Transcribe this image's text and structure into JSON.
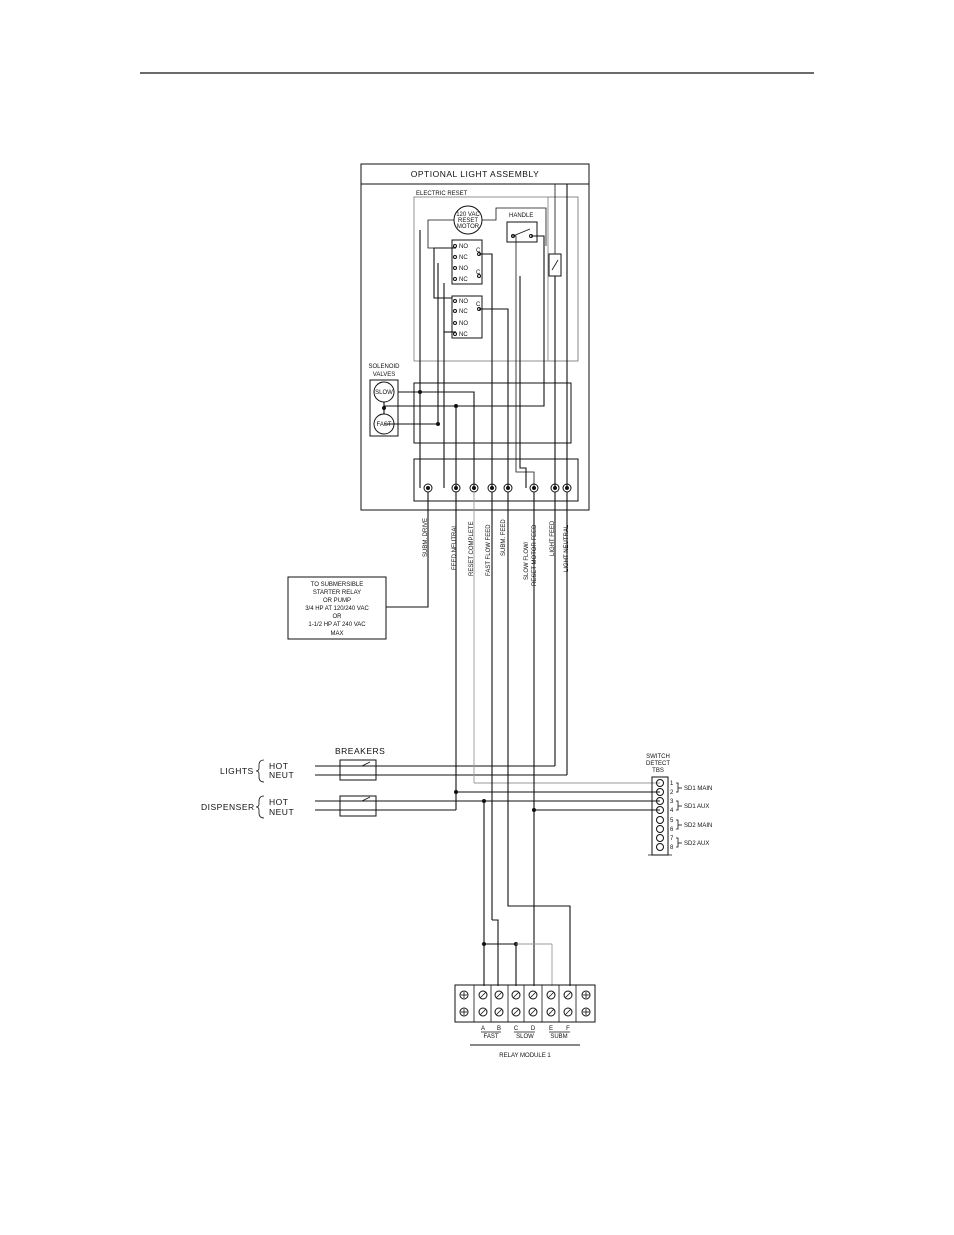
{
  "header_rule": true,
  "title": "OPTIONAL LIGHT ASSEMBLY",
  "electric_reset": {
    "label": "ELECTRIC RESET",
    "motor_lines": [
      "120 VAC",
      "RESET",
      "MOTOR"
    ],
    "handle_label": "HANDLE",
    "switch_a": [
      "NO",
      "NC",
      "NO",
      "NC"
    ],
    "switch_b": [
      "NO",
      "NC",
      "NO",
      "NC"
    ],
    "common": "C"
  },
  "solenoid": {
    "label_lines": [
      "SOLENOID",
      "VALVES"
    ],
    "slow": "SLOW",
    "fast": "FAST"
  },
  "terminal_labels": [
    [
      "SUBM. DRIVE"
    ],
    [
      "FEED NEUTRAL"
    ],
    [
      "RESET COMPLETE"
    ],
    [
      "FAST FLOW FEED"
    ],
    [
      "SUBM. FEED"
    ],
    [
      "SLOW FLOW/",
      "RESET MOTOR FEED"
    ],
    [
      "LIGHT FEED"
    ],
    [
      "LIGHT NEUTRAL"
    ]
  ],
  "starter_note": [
    "TO SUBMERSIBLE",
    "STARTER RELAY",
    "OR PUMP",
    "3/4 HP AT 120/240 VAC",
    "OR",
    "1-1/2 HP AT 240 VAC",
    "MAX"
  ],
  "breakers": {
    "label": "BREAKERS",
    "lights": "LIGHTS",
    "dispenser": "DISPENSER",
    "hot": "HOT",
    "neut": "NEUT"
  },
  "switch_detect": {
    "label_lines": [
      "SWITCH",
      "DETECT",
      "TBS"
    ],
    "numbers": [
      "1",
      "2",
      "3",
      "4",
      "5",
      "6",
      "7",
      "8"
    ],
    "groups": [
      "SD1 MAIN",
      "SD1 AUX",
      "SD2 MAIN",
      "SD2 AUX"
    ]
  },
  "relay_module": {
    "letters": [
      "A",
      "B",
      "C",
      "D",
      "E",
      "F"
    ],
    "groups": [
      "FAST",
      "SLOW",
      "SUBM"
    ],
    "label": "RELAY MODULE 1"
  }
}
